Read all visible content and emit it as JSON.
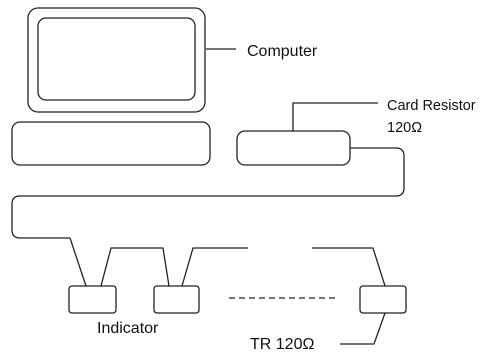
{
  "labels": {
    "computer": "Computer",
    "card_resistor_title": "Card Resistor",
    "card_resistor_value": "120Ω",
    "indicator": "Indicator",
    "terminator": "TR 120Ω"
  }
}
